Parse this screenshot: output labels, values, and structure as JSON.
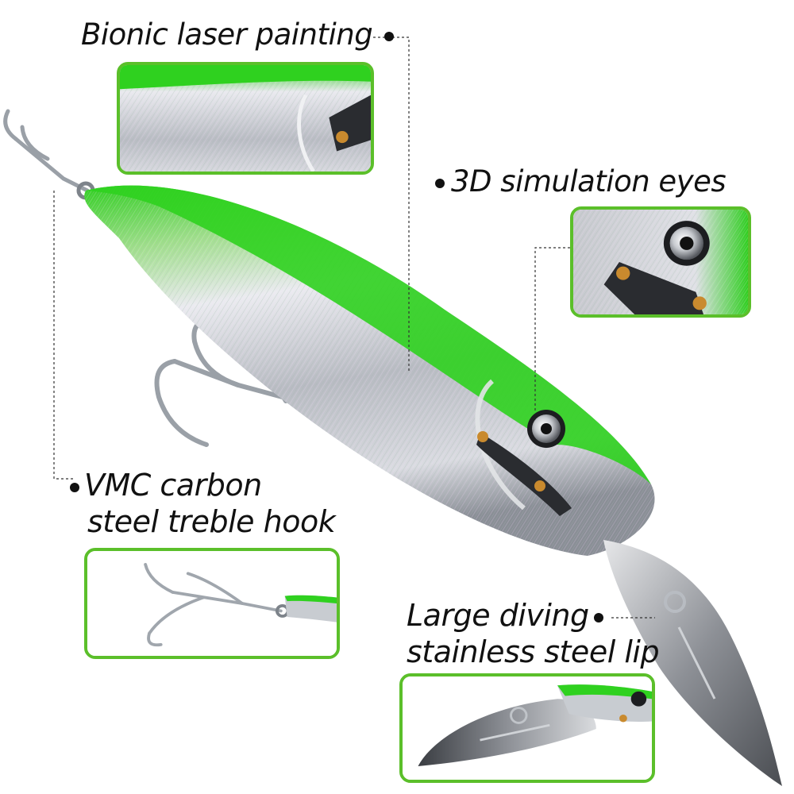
{
  "callouts": {
    "laser": {
      "text": "Bionic laser painting"
    },
    "eyes": {
      "text": "3D simulation eyes"
    },
    "hook": {
      "line1": "VMC carbon",
      "line2": "steel treble hook"
    },
    "lip": {
      "line1": "Large diving",
      "line2": "stainless steel lip"
    }
  },
  "colors": {
    "accent_green": "#5bbf2a",
    "lure_green": "#39d12a",
    "body_silver": "#c9ccd0",
    "text": "#111111"
  },
  "icons": [
    "bullet-dot-icon"
  ]
}
